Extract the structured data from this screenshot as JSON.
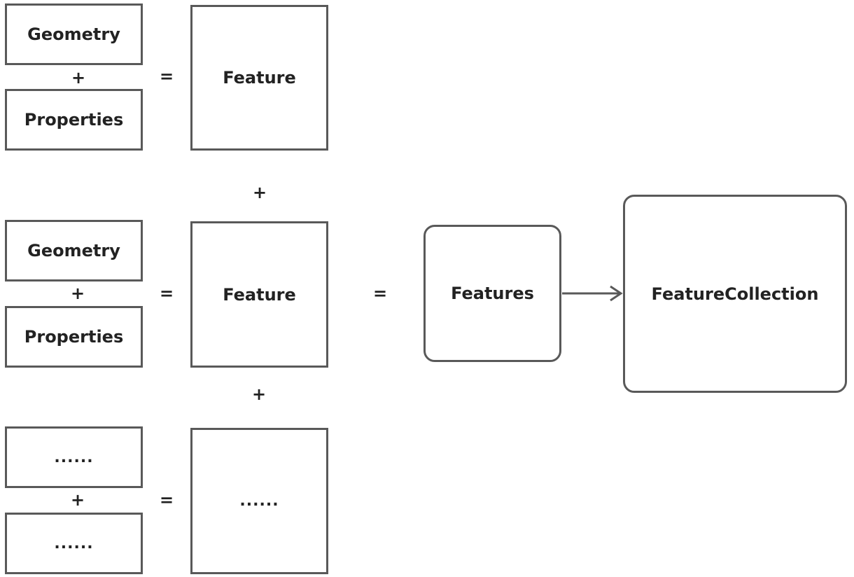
{
  "rows": [
    {
      "top_label": "Geometry",
      "plus": "+",
      "bottom_label": "Properties",
      "equals": "=",
      "result_label": "Feature"
    },
    {
      "top_label": "Geometry",
      "plus": "+",
      "bottom_label": "Properties",
      "equals": "=",
      "result_label": "Feature"
    },
    {
      "top_label": "......",
      "plus": "+",
      "bottom_label": "......",
      "equals": "=",
      "result_label": "......"
    }
  ],
  "between_features": [
    "+",
    "+"
  ],
  "sum_equals": "=",
  "features_label": "Features",
  "collection_label": "FeatureCollection",
  "colors": {
    "border": "#595959",
    "text": "#222222",
    "background": "#ffffff"
  }
}
